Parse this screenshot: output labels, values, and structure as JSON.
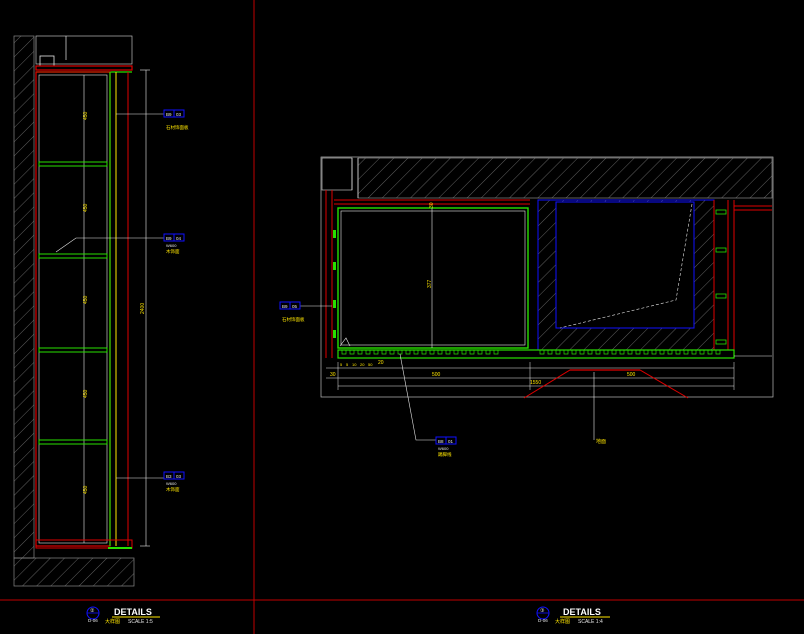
{
  "left_view": {
    "dims": [
      "450",
      "450",
      "450",
      "450",
      "450"
    ],
    "total_height": "2400",
    "callouts": [
      {
        "code_a": "B9",
        "code_b": "03",
        "line1": "",
        "line2": "石材饰面板"
      },
      {
        "code_a": "B9",
        "code_b": "04",
        "line1": "W600",
        "line2": "木饰面"
      },
      {
        "code_a": "B3",
        "code_b": "03",
        "line1": "W600",
        "line2": "木饰面"
      }
    ],
    "title_block": {
      "number": "②",
      "sheet": "D-06",
      "title": "DETAILS",
      "subtitle": "大样图",
      "scale": "SCALE 1:5"
    }
  },
  "right_view": {
    "dim_top": "30",
    "dim_inner": "377",
    "dim_bottom_left": "30",
    "dim_bottom_small": "20",
    "dim_bottom_mid": "500",
    "dim_bottom_right": "500",
    "dim_total": "1550",
    "dim_small_labels": [
      "5",
      "5",
      "10",
      "20",
      "50"
    ],
    "callout_left": {
      "code_a": "B9",
      "code_b": "05",
      "line1": "",
      "line2": "石材饰面板"
    },
    "callout_bottom": {
      "code_a": "B8",
      "code_b": "01",
      "line1": "W600",
      "line2": "踢脚线"
    },
    "floor_label": "地面",
    "title_block": {
      "number": "③",
      "sheet": "D-06",
      "title": "DETAILS",
      "subtitle": "大样图",
      "scale": "SCALE 1:4"
    }
  },
  "colors": {
    "frame": "#e00000",
    "green": "#28e000",
    "blue": "#1010ff",
    "white": "#e8e8e8",
    "yellow": "#ffe600",
    "hatch": "#9a9a9a"
  }
}
